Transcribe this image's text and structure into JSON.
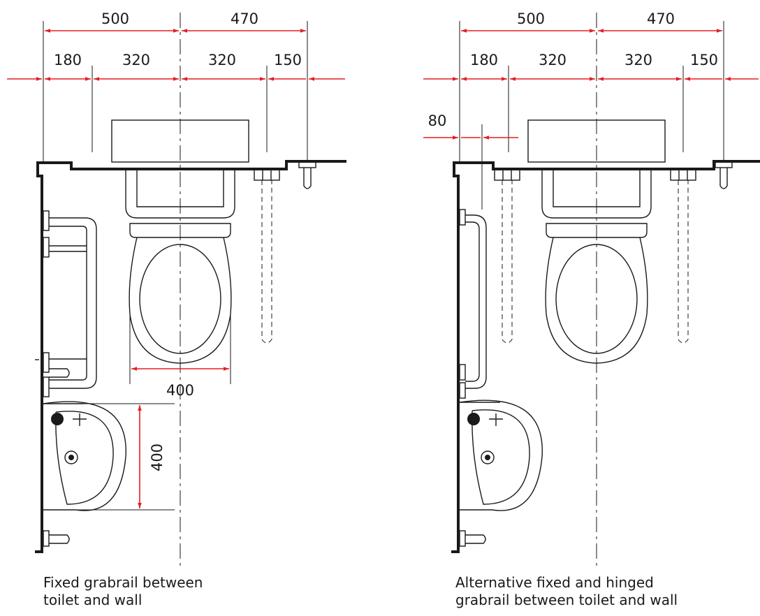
{
  "left_diagram": {
    "dims": {
      "d500": "500",
      "d470": "470",
      "d180": "180",
      "d320a": "320",
      "d320b": "320",
      "d150": "150",
      "d400h": "400",
      "d400v": "400"
    },
    "caption": {
      "line1": "Fixed grabrail between",
      "line2": "toilet and wall"
    }
  },
  "right_diagram": {
    "dims": {
      "d500": "500",
      "d470": "470",
      "d180": "180",
      "d320a": "320",
      "d320b": "320",
      "d150": "150",
      "d80": "80"
    },
    "caption": {
      "line1": "Alternative fixed and hinged",
      "line2": "grabrail between toilet and wall"
    }
  },
  "colors": {
    "dimension": "#e41e25",
    "linework": "#1a1a1a",
    "background": "#ffffff"
  }
}
